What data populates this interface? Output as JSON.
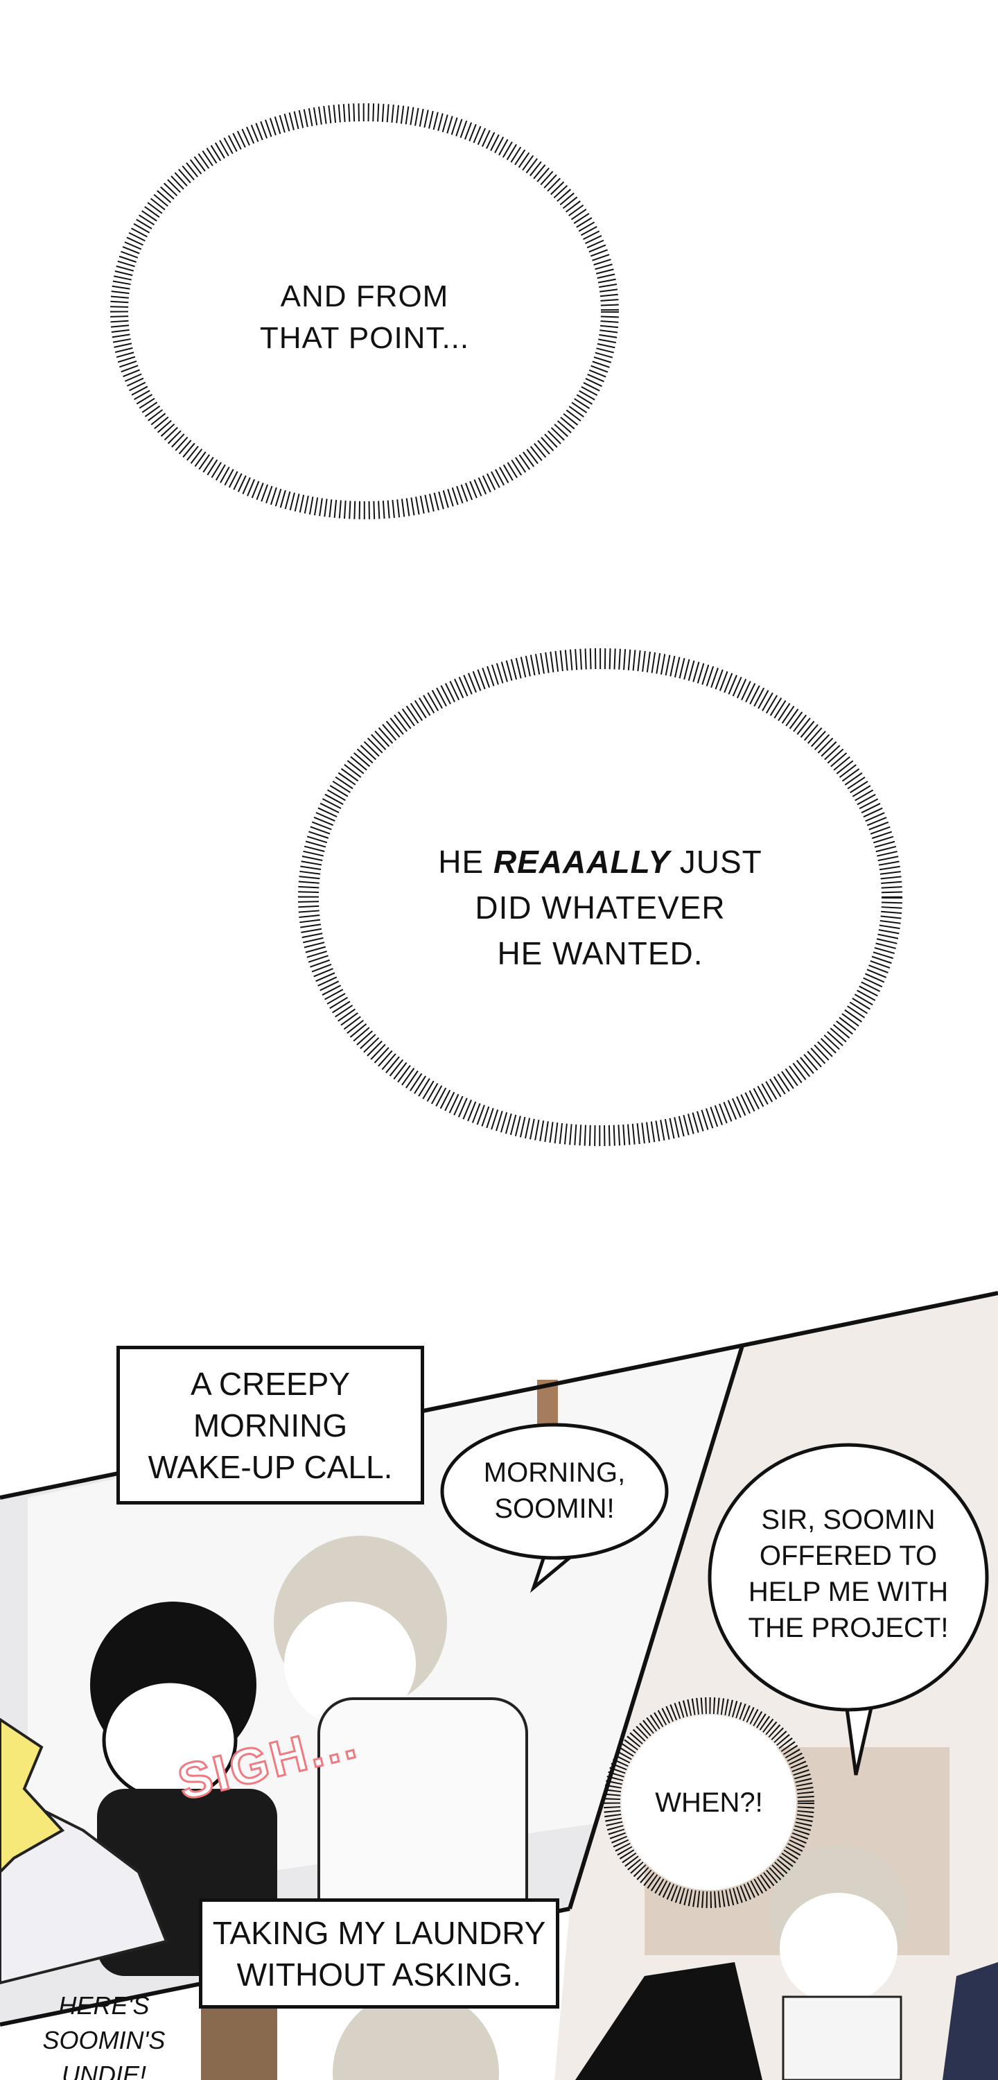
{
  "narration": {
    "line1": "AND FROM THAT POINT...",
    "line1_a": "AND FROM",
    "line1_b": "THAT POINT...",
    "line2_a_pre": "HE ",
    "line2_a_em": "REAAALLY",
    "line2_a_post": " JUST",
    "line2_b": "DID WHATEVER",
    "line2_c": "HE WANTED."
  },
  "panel1": {
    "caption_a": "A CREEPY",
    "caption_b": "MORNING",
    "caption_c": "WAKE-UP CALL.",
    "bubble_a": "MORNING,",
    "bubble_b": "SOOMIN!",
    "sfx": "SIGH..."
  },
  "panel2": {
    "bubble_a": "SIR, SOOMIN",
    "bubble_b": "OFFERED TO",
    "bubble_c": "HELP ME WITH",
    "bubble_d": "THE PROJECT!",
    "burst": "WHEN?!"
  },
  "panel3": {
    "caption_a": "TAKING MY LAUNDRY",
    "caption_b": "WITHOUT ASKING.",
    "side_a": "HERE'S",
    "side_b": "SOOMIN'S",
    "side_c": "UNDIE!"
  },
  "colors": {
    "sfx": "#f07a80",
    "shout": "#f7e87a",
    "hair_light": "#d8d2c6",
    "wood": "#a57d5c"
  }
}
